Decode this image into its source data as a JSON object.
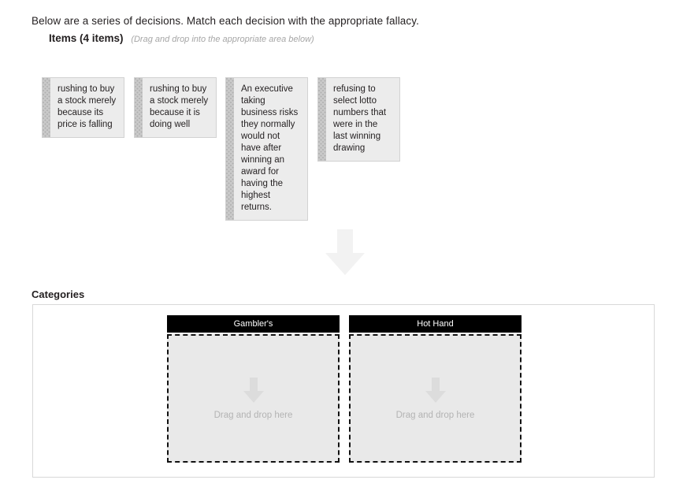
{
  "prompt": {
    "instruction": "Below are a series of decisions. Match each decision with the appropriate fallacy.",
    "items_label": "Items (4 items)",
    "items_hint": "(Drag and drop into the appropriate area below)"
  },
  "items": [
    {
      "text": "rushing to buy a stock merely because its price is falling",
      "handle": "drag-handle-icon"
    },
    {
      "text": "rushing to buy a stock merely because it is doing well",
      "handle": "drag-handle-icon"
    },
    {
      "text": "An executive taking business risks they normally would not have after winning an award for having the highest returns.",
      "handle": "drag-handle-icon"
    },
    {
      "text": "refusing to select lotto numbers that were in the last winning drawing",
      "handle": "drag-handle-icon"
    }
  ],
  "middle_arrow": {
    "icon": "down-arrow-icon",
    "color": "#f2f2f2"
  },
  "categories": {
    "title": "Categories",
    "columns": [
      {
        "header": "Gambler's",
        "dropzone_text": "Drag and drop here",
        "dropzone_icon": "down-arrow-icon"
      },
      {
        "header": "Hot Hand",
        "dropzone_text": "Drag and drop here",
        "dropzone_icon": "down-arrow-icon"
      }
    ]
  },
  "colors": {
    "header_bg": "#000000",
    "header_text": "#ffffff",
    "dropzone_fill": "#e9e9e9",
    "dropzone_border": "#111111",
    "card_fill": "#ececec",
    "card_handle": "#c9c9c9",
    "hint_text": "#a6a6a6",
    "placeholder_text": "#b3b3b3"
  }
}
